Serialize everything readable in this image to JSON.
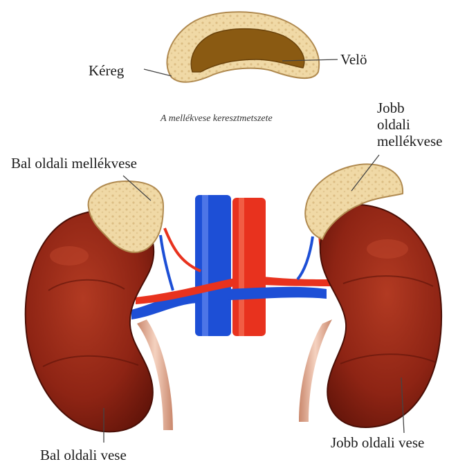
{
  "labels": {
    "cortex": "Kéreg",
    "medulla": "Velö",
    "caption": "A mellékvese keresztmetszete",
    "right_adrenal": [
      "Jobb",
      "oldali",
      "mellékvese"
    ],
    "left_adrenal": "Bal oldali mellékvese",
    "left_kidney": "Bal oldali vese",
    "right_kidney": "Jobb oldali vese"
  },
  "colors": {
    "kidney": "#8e2414",
    "kidney_dark": "#5c1208",
    "adrenal": "#f0d9a6",
    "adrenal_medulla": "#8a5a12",
    "vein": "#1d4fd6",
    "artery": "#e8321e",
    "ureter": "#e9b59c"
  }
}
